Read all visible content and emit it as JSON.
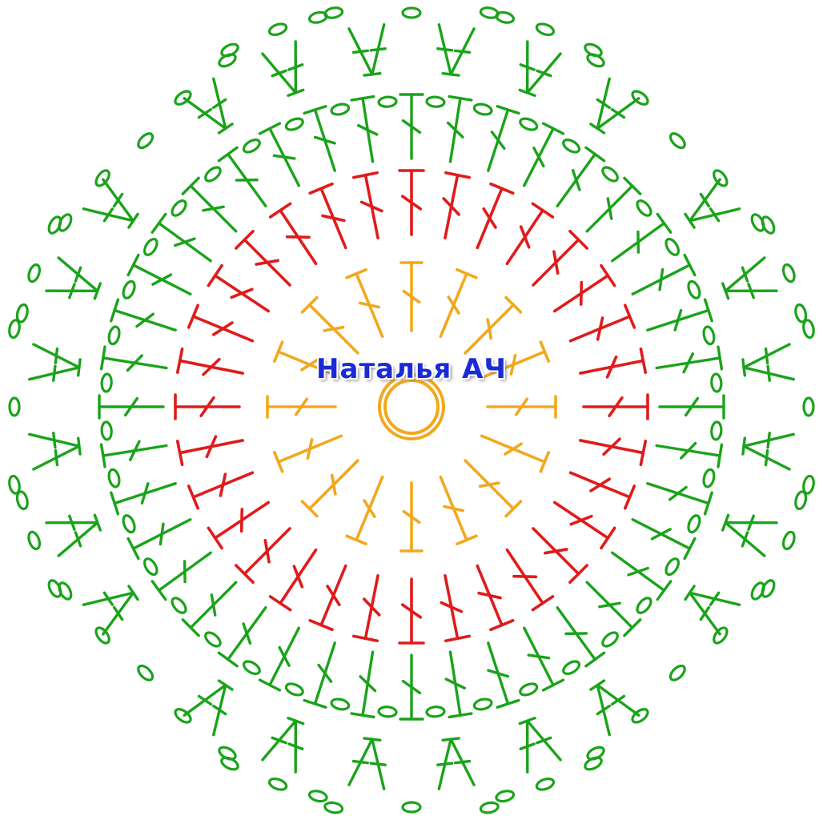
{
  "watermark": {
    "text": "Наталья АЧ"
  },
  "colors": {
    "center_ring": "#f2a81d",
    "round_1": "#f2a81d",
    "round_2": "#e01b1b",
    "round_3": "#1aa31a",
    "round_4": "#1aa31a",
    "background": "#ffffff"
  },
  "pattern": {
    "center": {
      "symbol": "magic-ring"
    },
    "rounds": [
      {
        "round": 1,
        "color_key": "round_1",
        "symbol": "double-crochet",
        "stitch_count": 16
      },
      {
        "round": 2,
        "color_key": "round_2",
        "symbol": "double-crochet",
        "stitch_count": 32
      },
      {
        "round": 3,
        "color_key": "round_3",
        "symbol": "double-crochet-and-chain",
        "stitch_count": 40
      },
      {
        "round": 4,
        "color_key": "round_4",
        "symbol": "dc-cluster-and-chain-corners",
        "corners": 4
      }
    ]
  }
}
